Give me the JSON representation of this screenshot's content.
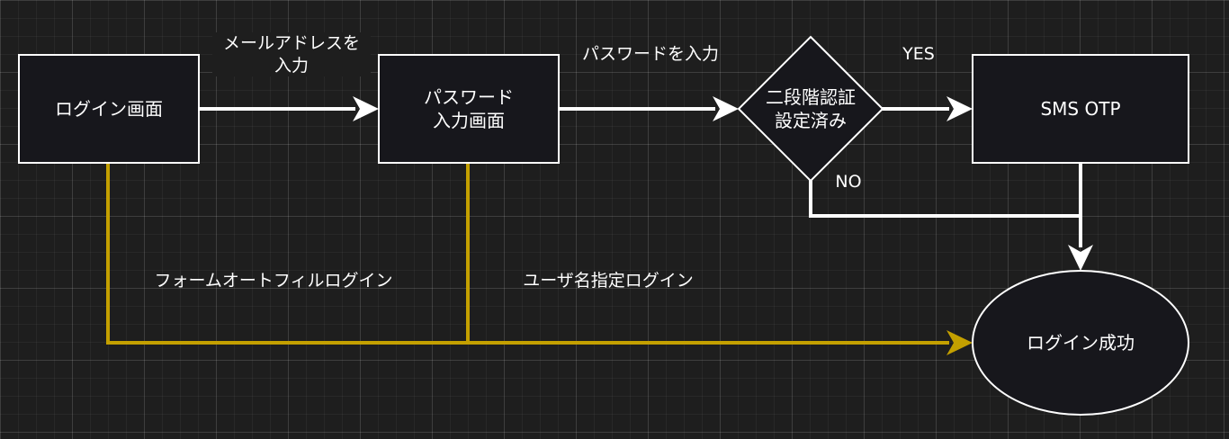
{
  "colors": {
    "background": "#1e1e1e",
    "node_fill": "#17171c",
    "stroke": "#ffffff",
    "autofill_path": "#c4a000"
  },
  "nodes": {
    "login_screen": "ログイン画面",
    "password_screen": "パスワード\n入力画面",
    "two_factor_check": "二段階認証\n設定済み",
    "sms_otp": "SMS OTP",
    "login_success": "ログイン成功"
  },
  "edges": {
    "enter_email": "メールアドレスを\n入力",
    "enter_password": "パスワードを入力",
    "yes": "YES",
    "no": "NO",
    "form_autofill_login": "フォームオートフィルログイン",
    "username_login": "ユーザ名指定ログイン"
  }
}
